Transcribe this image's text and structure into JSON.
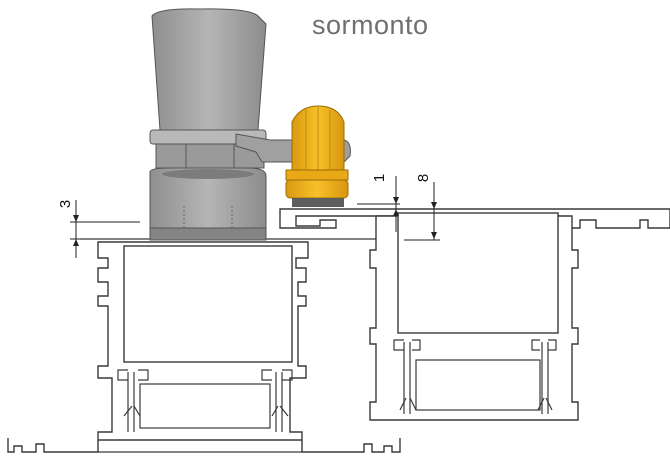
{
  "title": "sormonto",
  "dimensions": {
    "left_gap": "3",
    "small_gap": "1",
    "overlap": "8"
  },
  "colors": {
    "clamp_grey": "#a3a3a3",
    "clamp_dark": "#8a8a8a",
    "knob_yellow": "#f2b01c",
    "profile_stroke": "#3a3a3a"
  }
}
